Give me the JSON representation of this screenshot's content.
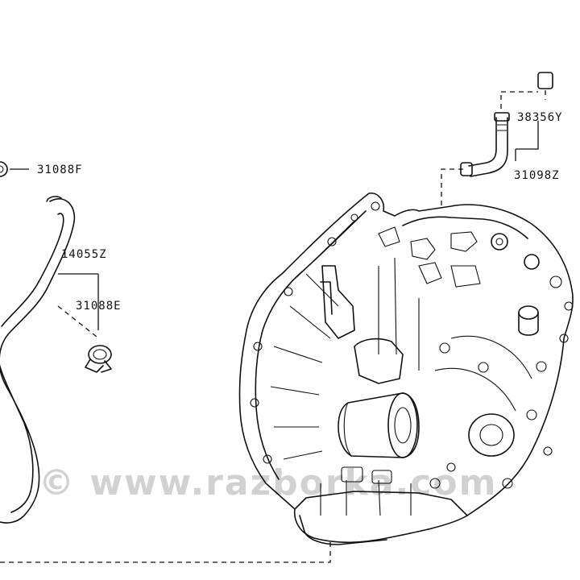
{
  "parts": {
    "clip_upper": "31088F",
    "hose": "14055Z",
    "clip_lower": "31088E",
    "cap": "38356Y",
    "breather_tube": "31098Z"
  },
  "watermark": "© www.razborka.com"
}
